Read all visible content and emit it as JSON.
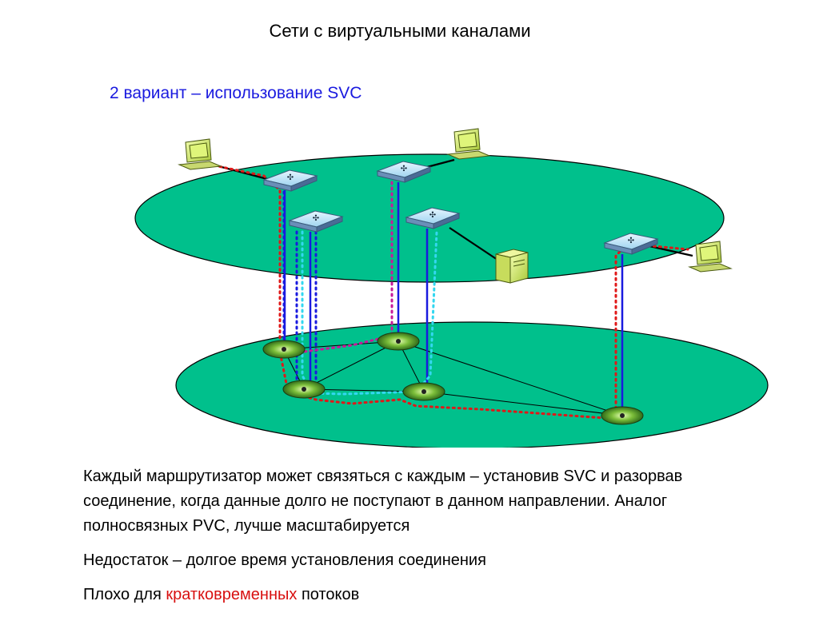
{
  "title": "Сети с виртуальными каналами",
  "subtitle": "2 вариант – использование SVC",
  "paragraphs": {
    "p1": "Каждый маршрутизатор может связяться с каждым – установив SVC и разорвав соединение, когда данные долго не поступают в данном направлении. Аналог полносвязных PVC, лучше масштабируется",
    "p2": "Недостаток – долгое время установления соединения",
    "p3_before": "Плохо для ",
    "p3_highlight": "кратковременных",
    "p3_after": " потоков"
  },
  "colors": {
    "plane_fill": "#00c08c",
    "red_path": "#e01818",
    "blue_link": "#1a1adf",
    "cyan_path": "#33d7f0",
    "magenta_path": "#c8189a",
    "highlight": "#d81010"
  },
  "diagram": {
    "top_plane": {
      "routers": [
        "router-a",
        "router-b",
        "router-c",
        "router-d",
        "router-e"
      ],
      "computers": [
        "pc-left",
        "pc-top-right",
        "pc-right"
      ],
      "servers": [
        "server"
      ]
    },
    "bottom_plane": {
      "switches": [
        "switch-1",
        "switch-2",
        "switch-3",
        "switch-4",
        "switch-5"
      ]
    },
    "icons": [
      "router-icon",
      "computer-icon",
      "server-icon",
      "switch-icon"
    ]
  }
}
